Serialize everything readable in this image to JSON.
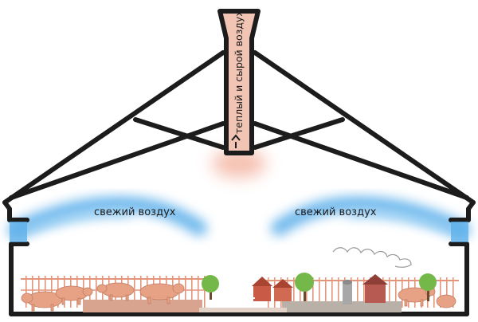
{
  "labels": {
    "warm_air": "теплый и сырой воздух",
    "fresh_air_left": "свежий воздух",
    "fresh_air_right": "свежий воздух"
  },
  "colors": {
    "structure": "#1c1c1c",
    "chimney_fill": "#f2c4b3",
    "warm_glow": "#f5b9a8",
    "fresh_air": "#5aaeea",
    "fence": "#e4967d",
    "floor_left": "#d9a48f",
    "floor_right": "#b9b0a8",
    "pig": "#e7a285",
    "tree": "#74b84a",
    "barn": "#c95a45"
  },
  "icons": {
    "warm_airflow": "warm-air-arrow-icon",
    "fresh_airflow": "fresh-air-stream-icon",
    "animals": "pig-icon",
    "scenery": "farm-scene-icon"
  }
}
